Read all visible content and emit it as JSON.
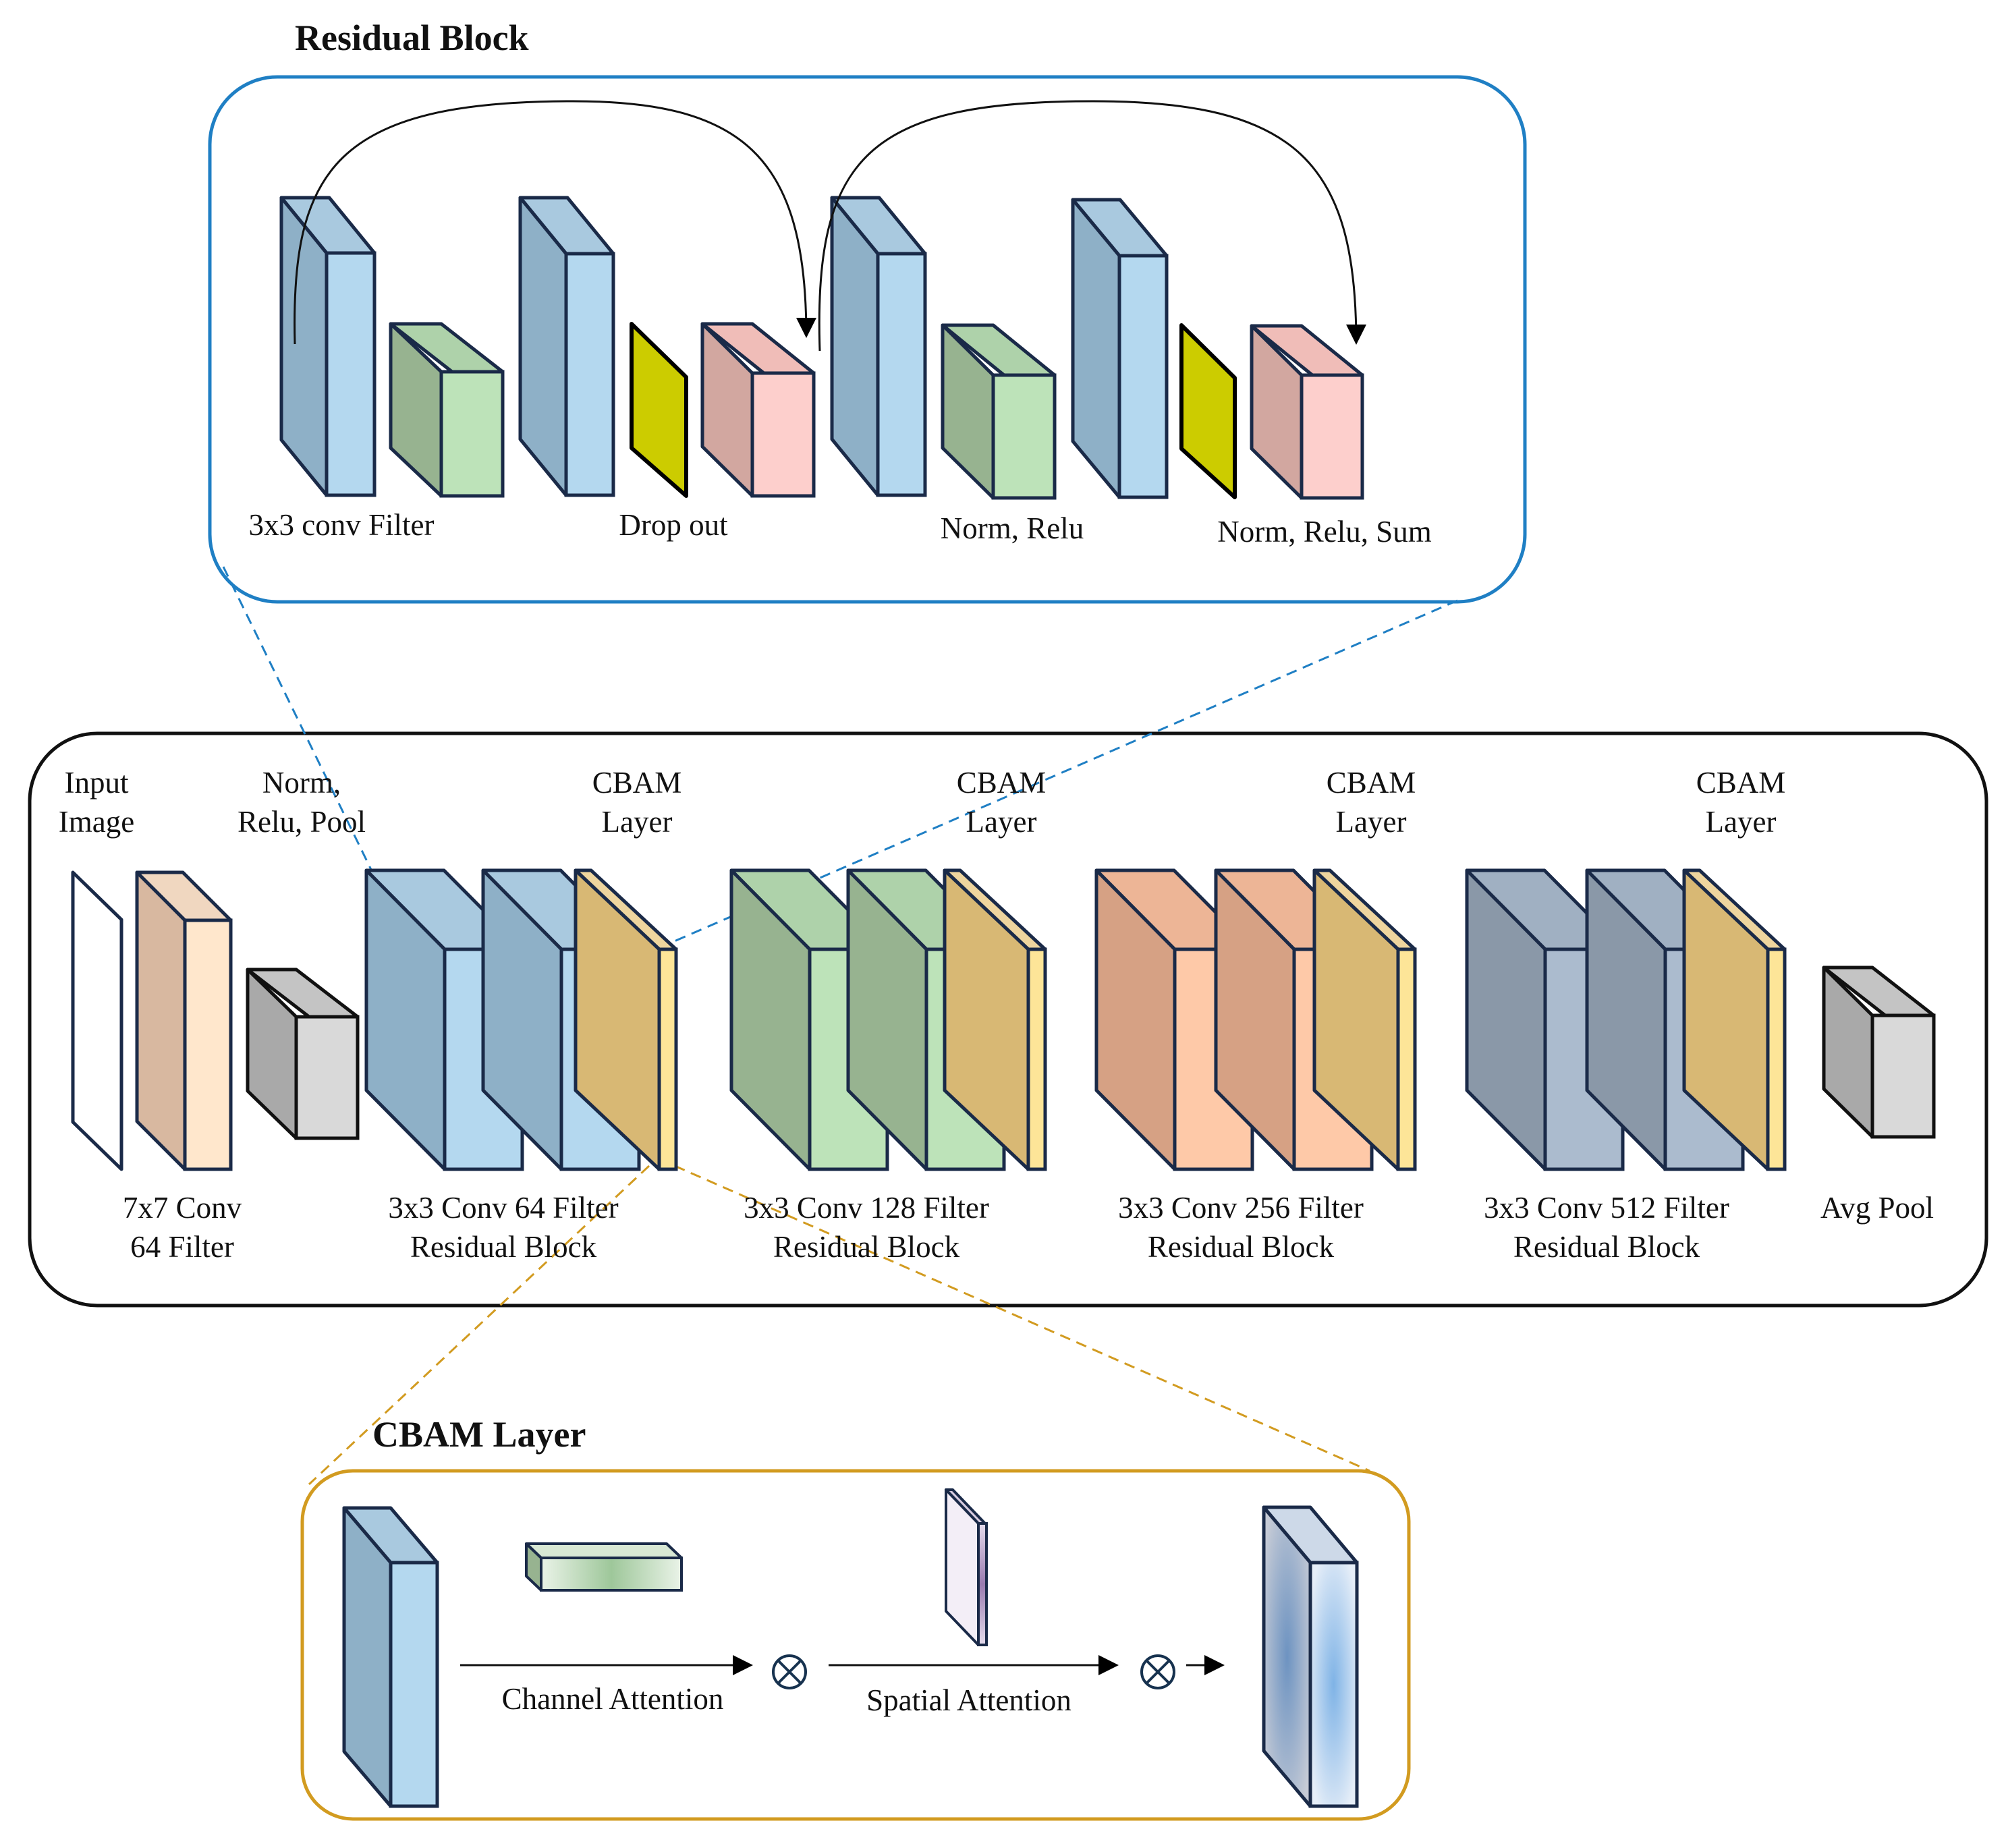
{
  "residual_block": {
    "title": "Residual Block",
    "labels": {
      "conv_filter": "3x3 conv Filter",
      "drop_out": "Drop out",
      "norm_relu": "Norm, Relu",
      "norm_relu_sum": "Norm, Relu, Sum"
    }
  },
  "main_network": {
    "input_image": [
      "Input",
      "Image"
    ],
    "norm_relu_pool": [
      "Norm,",
      "Relu, Pool"
    ],
    "conv7": [
      "7x7 Conv",
      "64 Filter"
    ],
    "cbam_label": [
      "CBAM",
      "Layer"
    ],
    "stages": [
      {
        "line1": "3x3 Conv 64 Filter",
        "line2": "Residual Block"
      },
      {
        "line1": "3x3 Conv 128 Filter",
        "line2": "Residual Block"
      },
      {
        "line1": "3x3 Conv 256 Filter",
        "line2": "Residual Block"
      },
      {
        "line1": "3x3 Conv 512 Filter",
        "line2": "Residual Block"
      }
    ],
    "avg_pool": "Avg Pool"
  },
  "cbam_layer": {
    "title": "CBAM Layer",
    "channel_attention": "Channel Attention",
    "spatial_attention": "Spatial Attention",
    "multiply_symbol": "⊗"
  },
  "colors": {
    "residual_frame": "#1f7fc4",
    "cbam_frame": "#d29b20",
    "network_frame": "#111111",
    "block_outline": "#1a2a48",
    "blue_front": "#b4d8ef",
    "blue_side": "#8eb0c7",
    "green_front": "#bde3b9",
    "green_side": "#97b390",
    "pink_front": "#fdcfcc",
    "pink_side": "#d2a7a0",
    "peach_front": "#fec9a8",
    "peach_side": "#d6a184",
    "slate_front": "#abbbce",
    "slate_side": "#8a98a8",
    "cream_front": "#ffe7cc",
    "cream_side": "#d8b8a0",
    "gray_front": "#d9d9d9",
    "gray_side": "#a9a9a9",
    "yellow_front": "#fde598",
    "yellow_side": "#d8b874",
    "dropout": "#cccc00"
  }
}
